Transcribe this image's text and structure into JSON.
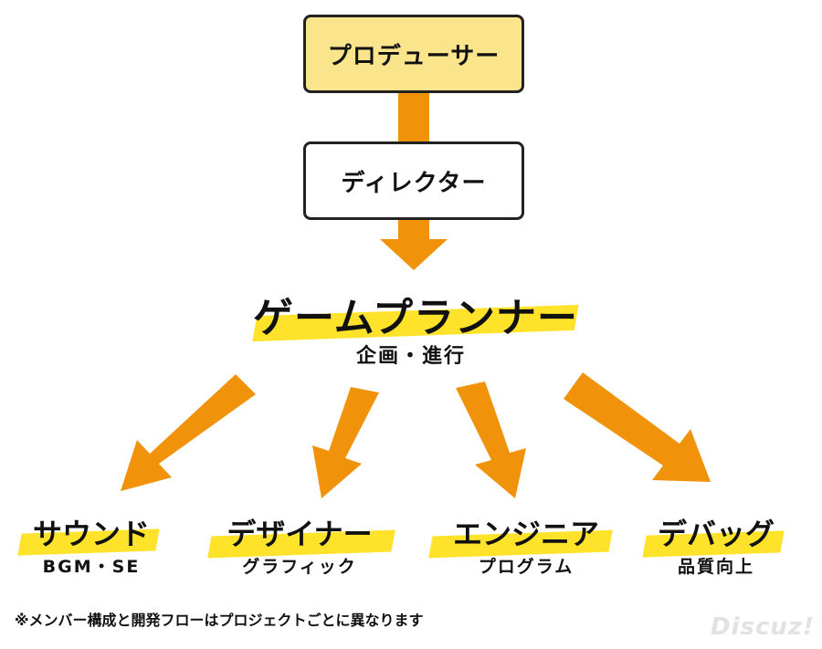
{
  "colors": {
    "arrow": "#F0930A",
    "highlight": "#FFE32A",
    "producer_fill": "#FBE58C",
    "box_border": "#222222",
    "text": "#111111"
  },
  "producer": {
    "label": "プロデューサー"
  },
  "director": {
    "label": "ディレクター"
  },
  "planner": {
    "title": "ゲームプランナー",
    "subtitle": "企画・進行"
  },
  "roles": [
    {
      "title": "サウンド",
      "subtitle": "BGM・SE"
    },
    {
      "title": "デザイナー",
      "subtitle": "グラフィック"
    },
    {
      "title": "エンジニア",
      "subtitle": "プログラム"
    },
    {
      "title": "デバッグ",
      "subtitle": "品質向上"
    }
  ],
  "footnote": "※メンバー構成と開発フローはプロジェクトごとに異なります",
  "watermark": "Discuz!"
}
